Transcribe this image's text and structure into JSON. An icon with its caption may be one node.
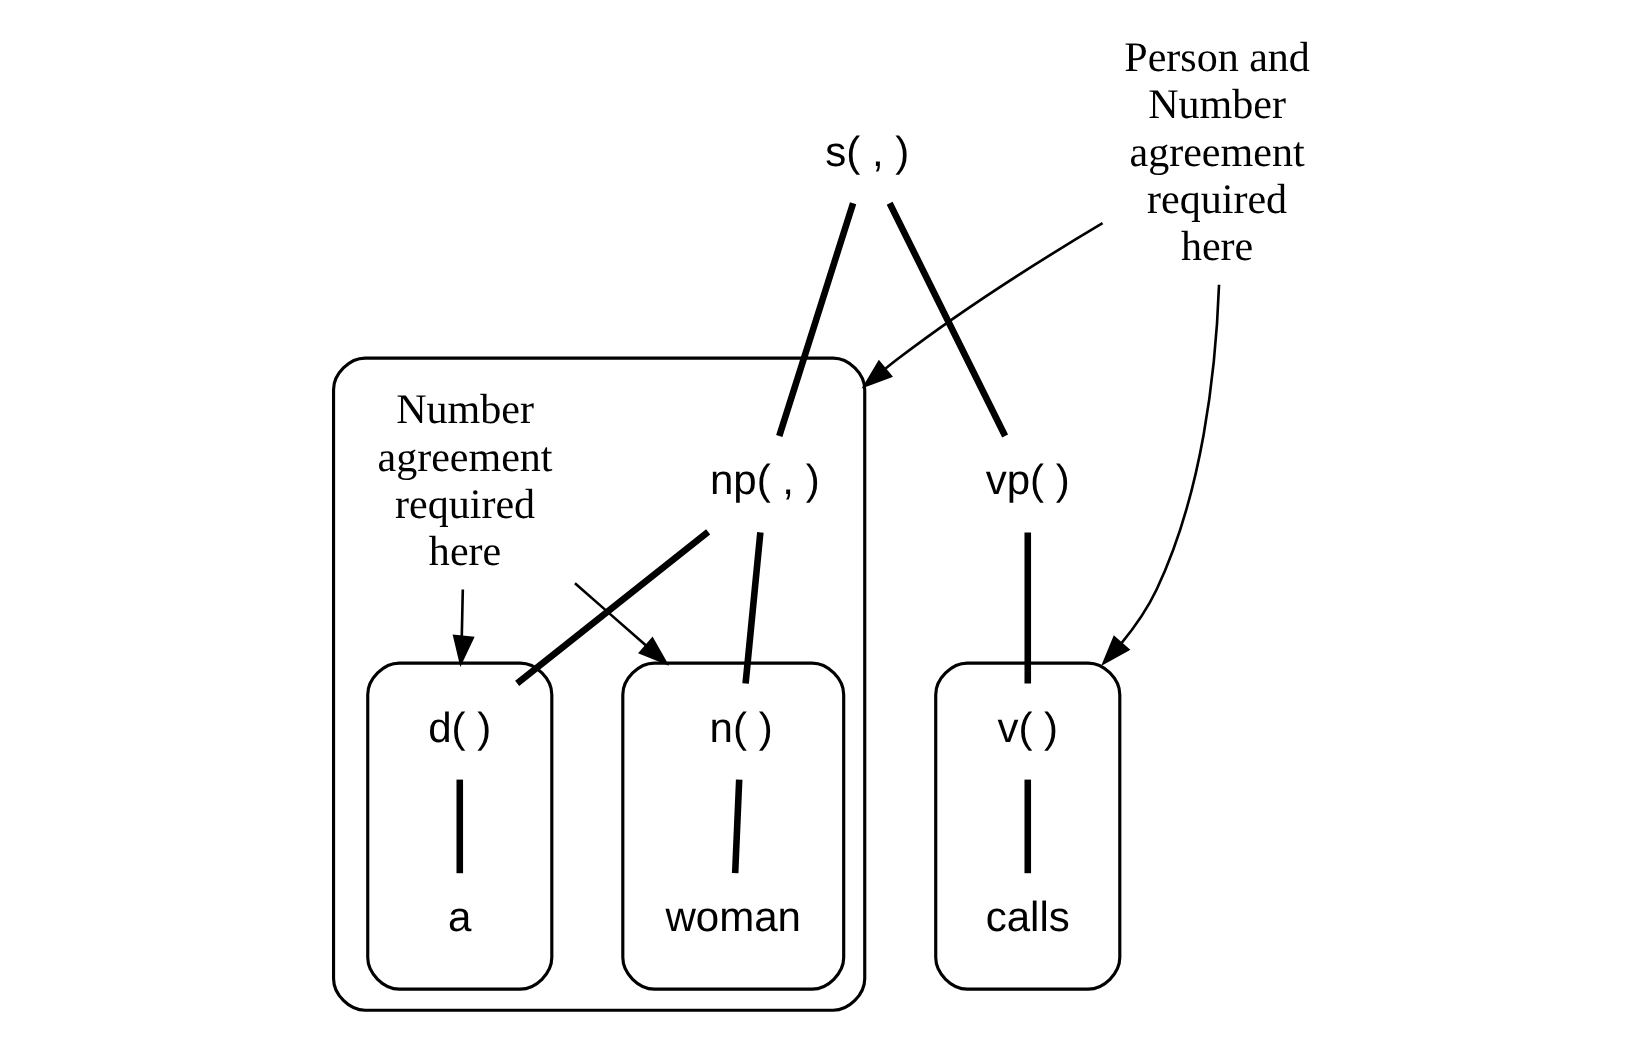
{
  "diagram": {
    "nodes": [
      {
        "text": [
          "s( , )"
        ]
      },
      {
        "text": [],
        "shape": "box"
      },
      {
        "text": [
          "np( , )"
        ],
        "in": 1
      },
      {
        "text": [],
        "shape": "box",
        "in": 1
      },
      {
        "text": [
          "d( )"
        ],
        "in": 3
      },
      {
        "text": [
          "a"
        ],
        "in": 3
      },
      {
        "text": [],
        "shape": "box",
        "in": 1
      },
      {
        "text": [
          "n( )"
        ],
        "in": 6
      },
      {
        "text": [
          "woman"
        ],
        "in": 6
      },
      {
        "text": [
          "Number agreement required here"
        ],
        "in": 1
      },
      {
        "text": [
          "vp( )"
        ]
      },
      {
        "text": [],
        "shape": "box"
      },
      {
        "text": [
          "v( )"
        ],
        "in": 11
      },
      {
        "text": [
          "calls"
        ],
        "in": 11
      },
      {
        "text": [
          "Person and Number agreement required here"
        ]
      }
    ],
    "edges": [
      {
        "from": 0,
        "to": 2,
        "arrow": "none"
      },
      {
        "from": 0,
        "to": 10,
        "arrow": "none"
      },
      {
        "from": 2,
        "to": 4,
        "arrow": "none"
      },
      {
        "from": 2,
        "to": 7,
        "arrow": "none"
      },
      {
        "from": 4,
        "to": 5,
        "arrow": "none"
      },
      {
        "from": 7,
        "to": 8,
        "arrow": "none"
      },
      {
        "from": 10,
        "to": 12,
        "arrow": "none"
      },
      {
        "from": 12,
        "to": 13,
        "arrow": "none"
      },
      {
        "from": 9,
        "to": 3,
        "arrow": "to"
      },
      {
        "from": 9,
        "to": 6,
        "arrow": "to"
      },
      {
        "from": 14,
        "to": 1,
        "arrow": "to"
      },
      {
        "from": 14,
        "to": 11,
        "arrow": "to"
      }
    ]
  }
}
